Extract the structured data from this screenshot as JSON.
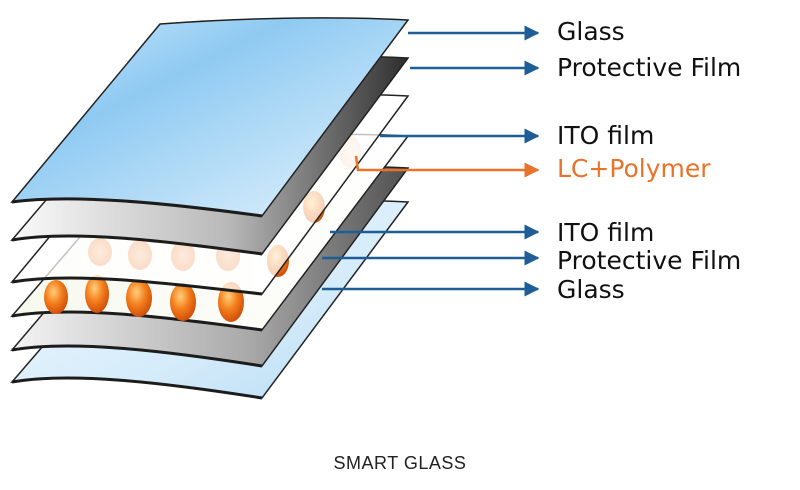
{
  "diagram": {
    "caption": "SMART GLASS",
    "labels": [
      {
        "text": "Glass",
        "color": "#111111",
        "arrow_color": "#1f5d96"
      },
      {
        "text": "Protective Film",
        "color": "#111111",
        "arrow_color": "#1f5d96"
      },
      {
        "text": "ITO film",
        "color": "#111111",
        "arrow_color": "#1f5d96"
      },
      {
        "text": "LC+Polymer",
        "color": "#e8732a",
        "arrow_color": "#e8732a"
      },
      {
        "text": "ITO film",
        "color": "#111111",
        "arrow_color": "#1f5d96"
      },
      {
        "text": "Protective Film",
        "color": "#111111",
        "arrow_color": "#1f5d96"
      },
      {
        "text": "Glass",
        "color": "#111111",
        "arrow_color": "#1f5d96"
      }
    ]
  }
}
